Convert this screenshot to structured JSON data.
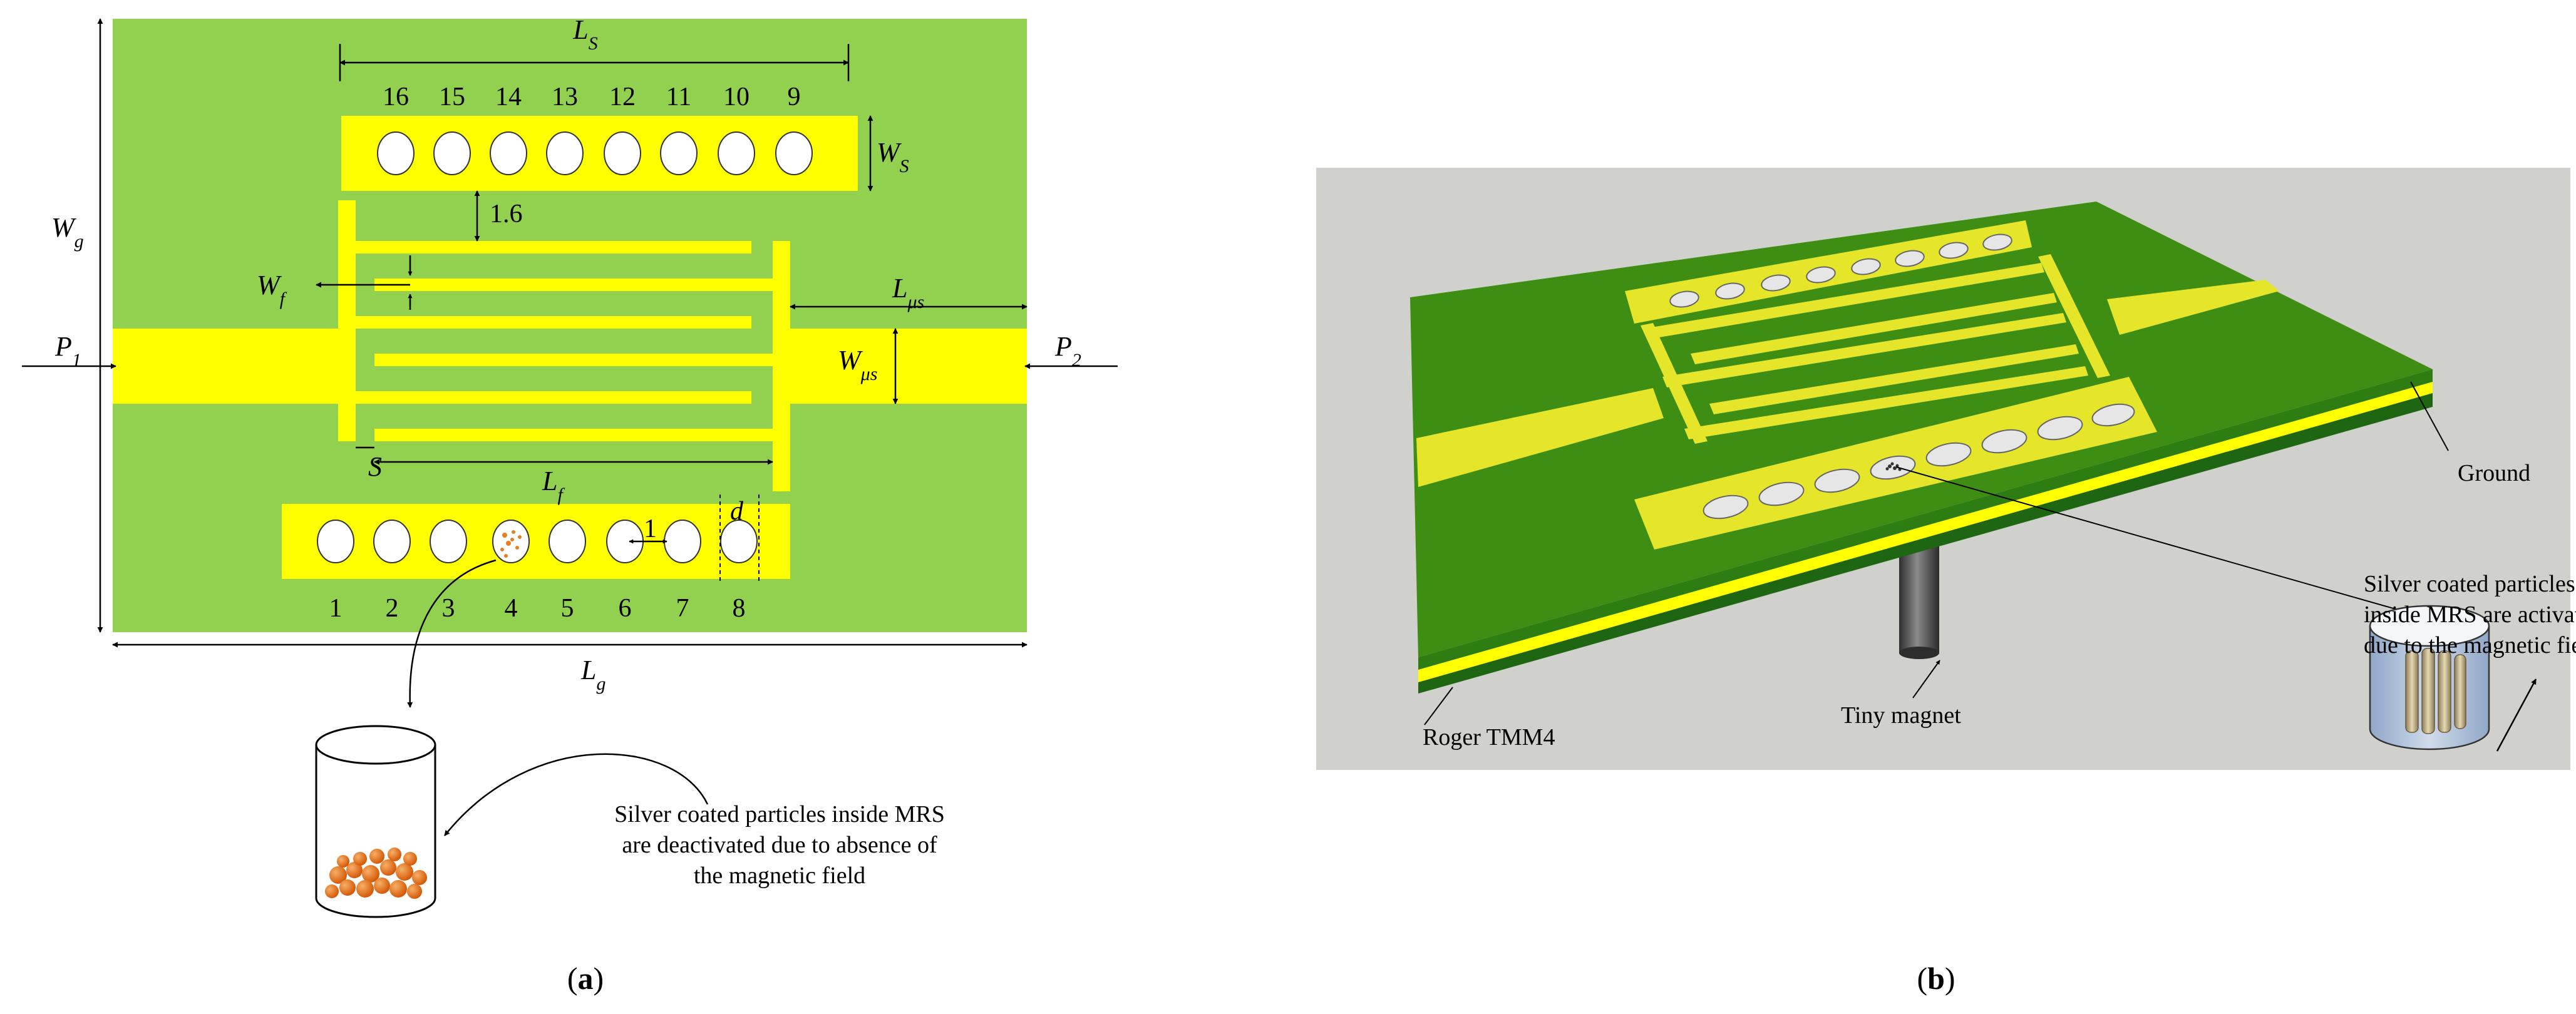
{
  "colors": {
    "substrate_green": "#92D050",
    "copper_yellow": "#FFFF00",
    "dark_green": "#3E8E14",
    "panel_gray": "#D0D0CC",
    "particle_orange": "#E67E22",
    "magnet_gray": "#555555"
  },
  "panel_a": {
    "caption_prefix": "(",
    "caption_letter": "a",
    "caption_suffix": ")",
    "labels": {
      "Ls_main": "L",
      "Ls_sub": "S",
      "Ws_main": "W",
      "Ws_sub": "S",
      "Wg_main": "W",
      "Wg_sub": "g",
      "Lg_main": "L",
      "Lg_sub": "g",
      "Wf_main": "W",
      "Wf_sub": "f",
      "Lf_main": "L",
      "Lf_sub": "f",
      "Lus_main": "L",
      "Lus_sub": "μs",
      "Wus_main": "W",
      "Wus_sub": "μs",
      "P1_main": "P",
      "P1_sub": "1",
      "P2_main": "P",
      "P2_sub": "2",
      "S": "S",
      "gap": "1.6",
      "one": "1",
      "d": "d"
    },
    "top_numbers": [
      "16",
      "15",
      "14",
      "13",
      "12",
      "11",
      "10",
      "9"
    ],
    "bottom_numbers": [
      "1",
      "2",
      "3",
      "4",
      "5",
      "6",
      "7",
      "8"
    ],
    "callout_lines": [
      "Silver coated particles inside MRS",
      "are deactivated due to absence of",
      "the magnetic field"
    ]
  },
  "panel_b": {
    "caption_prefix": "(",
    "caption_letter": "b",
    "caption_suffix": ")",
    "ground": "Ground",
    "substrate": "Roger TMM4",
    "magnet": "Tiny magnet",
    "callout_lines": [
      "Silver coated particles",
      "inside MRS are activated",
      "due to the magnetic field"
    ]
  }
}
